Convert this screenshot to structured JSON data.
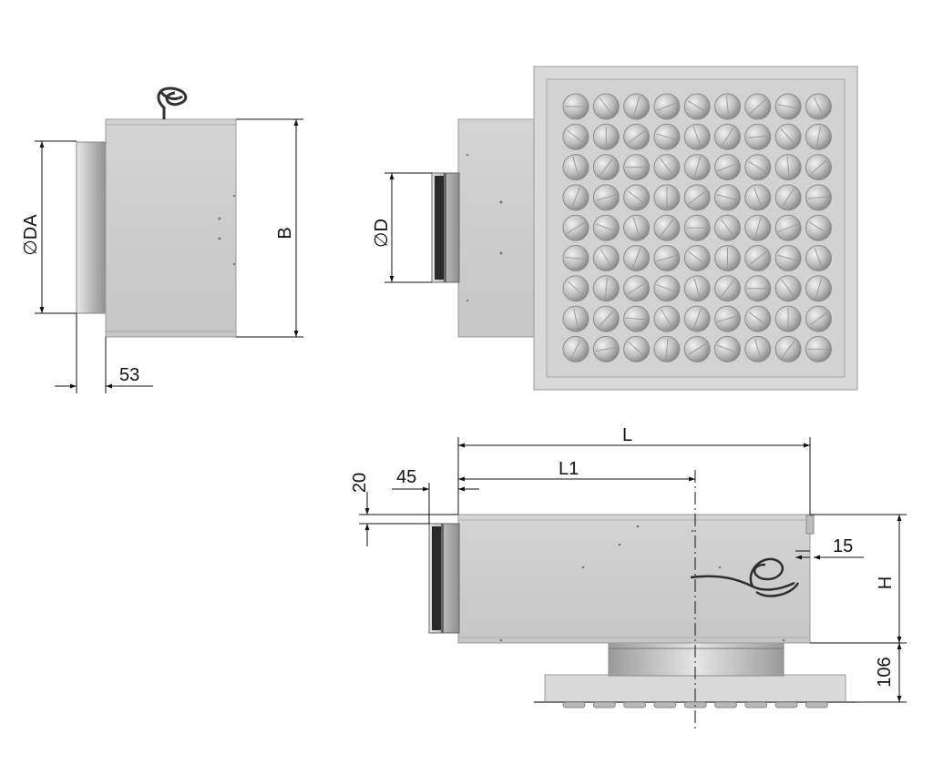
{
  "labels": {
    "da": "∅DA",
    "b": "B",
    "dim_53": "53",
    "d": "∅D",
    "l": "L",
    "l1": "L1",
    "dim_20": "20",
    "dim_45": "45",
    "dim_15": "15",
    "h": "H",
    "dim_106": "106"
  },
  "grid": {
    "rows": 9,
    "cols": 9
  },
  "colors": {
    "body": "#cfcfcf",
    "body_edge": "#9a9a9a",
    "plate": "#d9d9d9",
    "hole_shadow": "#8a8a8a",
    "hole_light": "#f4f4f4",
    "collar_dark": "#2a2a2a",
    "dimension": "#111111"
  }
}
